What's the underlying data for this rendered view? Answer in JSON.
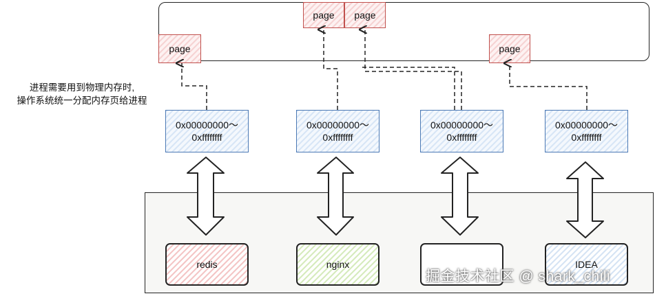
{
  "note": {
    "line1": "进程需要用到物理内存时,",
    "line2": "操作系统统一分配内存页给进程"
  },
  "pages": [
    {
      "label": "page"
    },
    {
      "label": "page"
    },
    {
      "label": "page"
    },
    {
      "label": "page"
    }
  ],
  "address_spaces": [
    {
      "start": "0x00000000～",
      "end": "0xffffffff"
    },
    {
      "start": "0x00000000～",
      "end": "0xffffffff"
    },
    {
      "start": "0x00000000～",
      "end": "0xffffffff"
    },
    {
      "start": "0x00000000～",
      "end": "0xffffffff"
    }
  ],
  "processes": [
    {
      "label": "redis",
      "color": "#f4c6c6"
    },
    {
      "label": "nginx",
      "color": "#d6ebbd"
    },
    {
      "label": "",
      "color": "#ffffff"
    },
    {
      "label": "IDEA",
      "color": "#d6e4f4"
    }
  ],
  "watermark": "掘金技术社区 @ shark_chili"
}
